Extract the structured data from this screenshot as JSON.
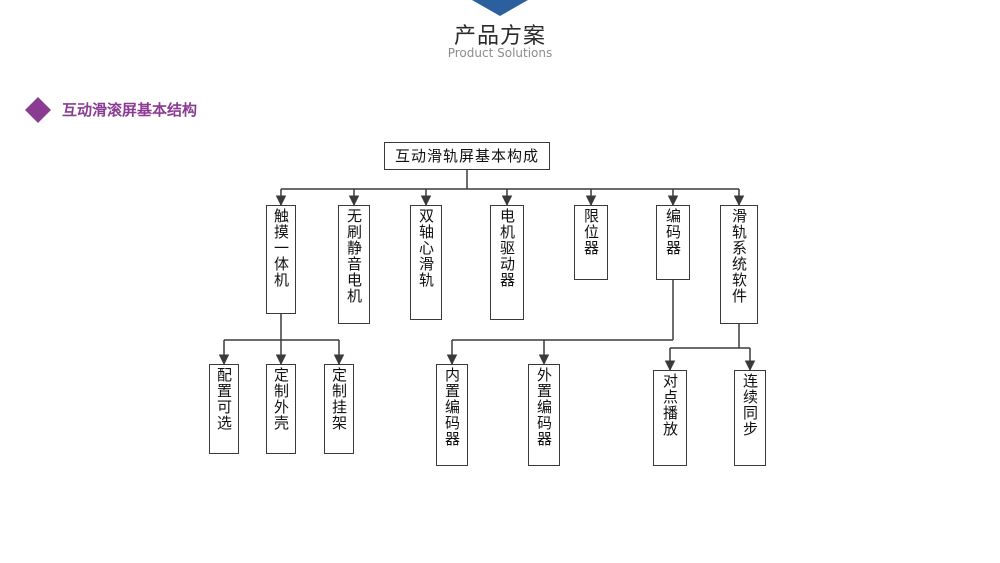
{
  "header": {
    "title": "产品方案",
    "subtitle": "Product Solutions"
  },
  "section": {
    "title": "互动滑滚屏基本结构"
  },
  "colors": {
    "accent_blue": "#2c5f9e",
    "accent_purple": "#8a3c93",
    "line": "#3a3a3a"
  },
  "tree": {
    "root": "互动滑轨屏基本构成",
    "level1": [
      "触摸一体机",
      "无刷静音电机",
      "双轴心滑轨",
      "电机驱动器",
      "限位器",
      "编码器",
      "滑轨系统软件"
    ],
    "level2": {
      "touch_machine": [
        "配置可选",
        "定制外壳",
        "定制挂架"
      ],
      "encoder": [
        "内置编码器",
        "外置编码器"
      ],
      "software": [
        "对点播放",
        "连续同步"
      ]
    }
  }
}
